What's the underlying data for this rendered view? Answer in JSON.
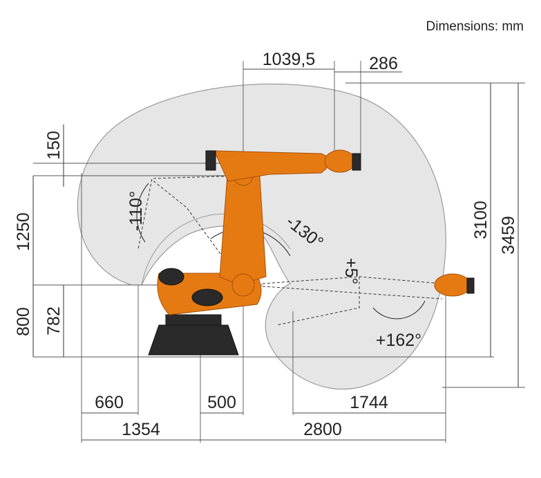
{
  "header": {
    "units_label": "Dimensions: mm"
  },
  "dimensions": {
    "top_reach": "1039,5",
    "flange": "286",
    "offset_150": "150",
    "arm_1250": "1250",
    "height_800": "800",
    "height_782": "782",
    "rear_660": "660",
    "rear_1354": "1354",
    "front_500": "500",
    "reach_1744": "1744",
    "reach_2800": "2800",
    "height_3100": "3100",
    "height_3459": "3459"
  },
  "angles": {
    "a_minus_110": "-110°",
    "a_minus_130": "-130°",
    "a_plus_5": "+5°",
    "a_plus_162": "+162°"
  },
  "colors": {
    "robot": "#e67a12",
    "envelope": "#e6e6e6",
    "base": "#2a2a2a"
  }
}
